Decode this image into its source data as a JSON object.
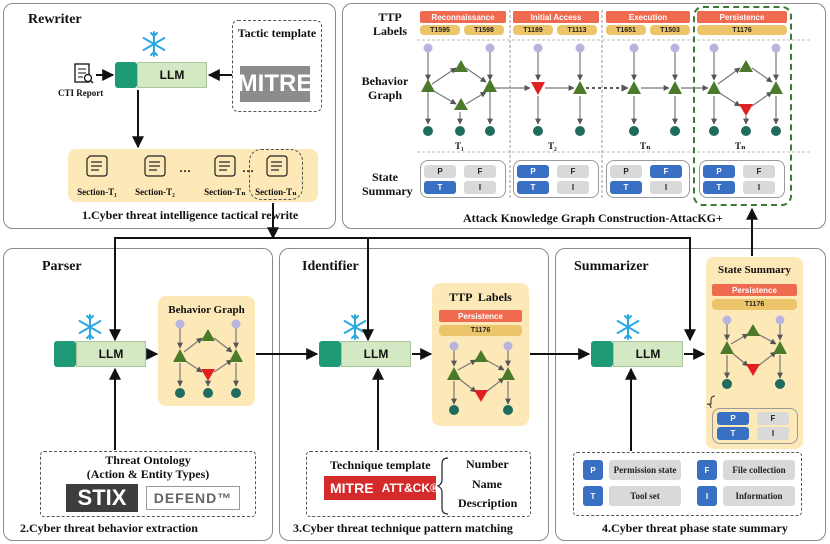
{
  "rewriter": {
    "title": "Rewriter",
    "cti_report": "CTI Report",
    "llm": "LLM",
    "tactic_template": "Tactic template",
    "mitre_logo": "MITRE",
    "sections": [
      "Section-T₁",
      "Section-T₂",
      "Section-Tₙ",
      "Section-Tₙ"
    ],
    "ellipsis": "…",
    "caption": "1.Cyber threat intelligence tactical rewrite"
  },
  "attackkg": {
    "ttp_labels": "TTP Labels",
    "behavior_graph": "Behavior Graph",
    "state_summary": "State Summary",
    "tactics": [
      {
        "name": "Reconnaissance",
        "ids": [
          "T1595",
          "T1598"
        ]
      },
      {
        "name": "Initial Access",
        "ids": [
          "T1189",
          "T1113"
        ]
      },
      {
        "name": "Execution",
        "ids": [
          "T1651",
          "T1503"
        ]
      },
      {
        "name": "Persistence",
        "ids": [
          "T1176"
        ]
      }
    ],
    "t_labels": [
      "T₁",
      "T₂",
      "Tₙ",
      "Tₙ"
    ],
    "state_keys": [
      "P",
      "F",
      "T",
      "I"
    ],
    "states": [
      [
        false,
        false,
        true,
        false
      ],
      [
        true,
        false,
        true,
        false
      ],
      [
        false,
        true,
        true,
        false
      ],
      [
        true,
        false,
        true,
        false
      ]
    ],
    "caption": "Attack Knowledge Graph Construction-AttacKG+"
  },
  "parser": {
    "title": "Parser",
    "llm": "LLM",
    "behavior_graph": "Behavior Graph",
    "ontology_line1": "Threat Ontology",
    "ontology_line2": "(Action & Entity Types)",
    "stix_logo": "STIX",
    "defend_logo": "DEFEND™",
    "caption": "2.Cyber threat behavior extraction"
  },
  "identifier": {
    "title": "Identifier",
    "llm": "LLM",
    "ttp_labels": "TTP  Labels",
    "tactic": "Persistence",
    "technique_id": "T1176",
    "technique_template": "Technique template",
    "mitre_logo": "MITRE",
    "attck_logo": "ATT&CK®",
    "fields": [
      "Number",
      "Name",
      "Description"
    ],
    "caption": "3.Cyber threat technique pattern matching"
  },
  "summarizer": {
    "title": "Summarizer",
    "llm": "LLM",
    "state_summary": "State Summary",
    "tactic": "Persistence",
    "technique_id": "T1176",
    "state_keys": [
      "P",
      "F",
      "T",
      "I"
    ],
    "states": [
      true,
      false,
      true,
      false
    ],
    "legend": [
      {
        "key": "P",
        "label": "Permission state"
      },
      {
        "key": "F",
        "label": "File collection"
      },
      {
        "key": "T",
        "label": "Tool set"
      },
      {
        "key": "I",
        "label": "Information"
      }
    ],
    "caption": "4.Cyber threat phase state summary"
  },
  "colors": {
    "red_tag": "#ef6a4e",
    "gold_tag": "#ecc46a",
    "state_on": "#3a70c4",
    "state_off": "#d9d9d9",
    "node_triangle": "#4b7a2b",
    "node_alert": "#e02020",
    "node_teal": "#1f6b5e",
    "node_lavender": "#b8b4e0",
    "snowflake": "#2aa8e0"
  }
}
